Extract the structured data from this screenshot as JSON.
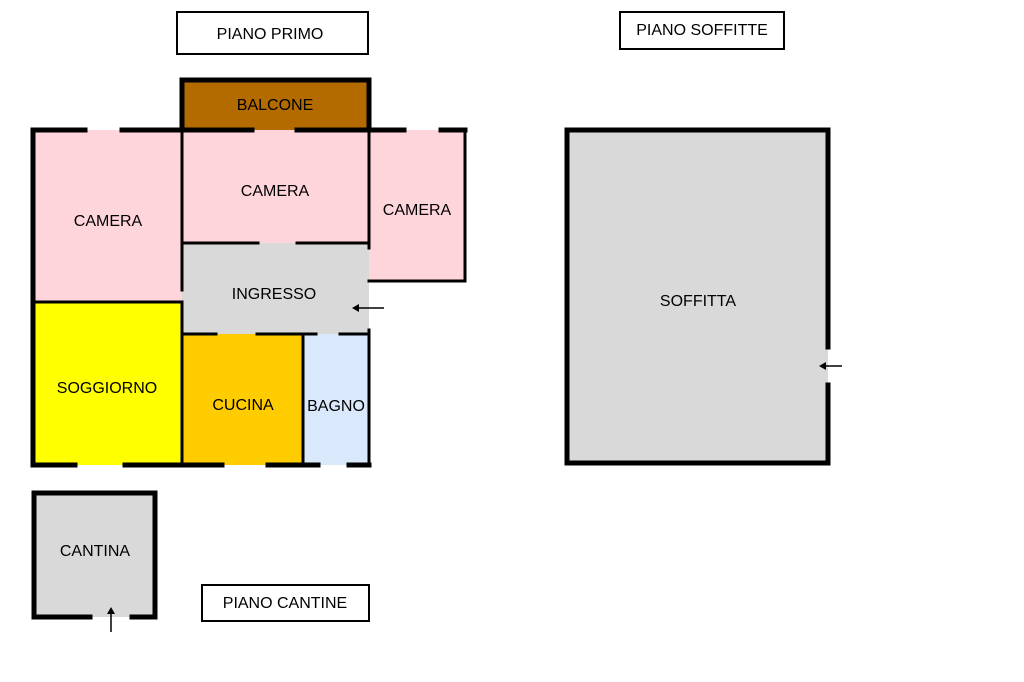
{
  "floors": {
    "primo": {
      "label": "PIANO PRIMO",
      "rooms": {
        "balcone": "BALCONE",
        "camera_left": "CAMERA",
        "camera_center": "CAMERA",
        "camera_right": "CAMERA",
        "ingresso": "INGRESSO",
        "soggiorno": "SOGGIORNO",
        "cucina": "CUCINA",
        "bagno": "BAGNO"
      }
    },
    "soffitte": {
      "label": "PIANO SOFFITTE",
      "rooms": {
        "soffitta": "SOFFITTA"
      }
    },
    "cantine": {
      "label": "PIANO CANTINE",
      "rooms": {
        "cantina": "CANTINA"
      }
    }
  },
  "colors": {
    "camera": "#ffd5dc",
    "ingresso": "#d9d9d9",
    "soggiorno": "#ffff00",
    "cucina": "#ffcc00",
    "bagno": "#d9e9fb",
    "balcone": "#b36b00",
    "soffitta": "#d9d9d9",
    "cantina": "#d9d9d9",
    "wall": "#000000"
  },
  "icons": {
    "entrance_arrow": "arrow-left-icon",
    "cantina_arrow": "arrow-up-icon"
  }
}
